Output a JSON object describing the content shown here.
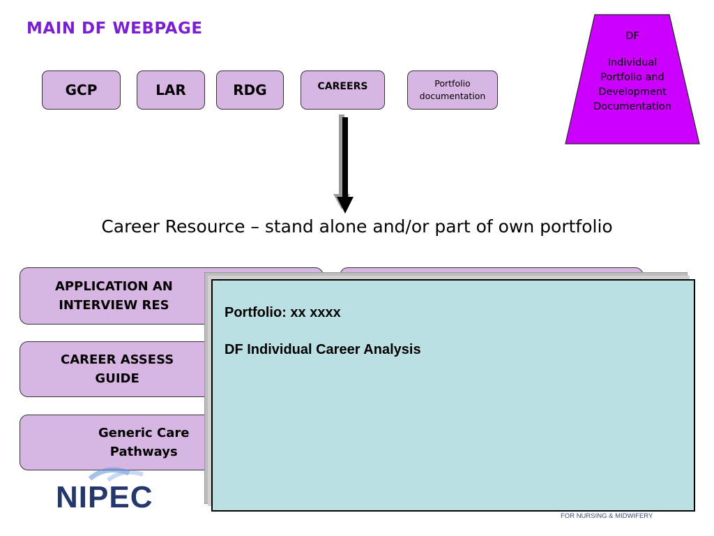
{
  "header": {
    "title": "MAIN DF WEBPAGE"
  },
  "nav": {
    "gcp": "GCP",
    "lar": "LAR",
    "rdg": "RDG",
    "careers": "CAREERS",
    "portfolio": "Portfolio\ndocumentation"
  },
  "badge": {
    "line1": "DF",
    "line2": "Individual\nPortfolio and\nDevelopment\nDocumentation",
    "color": "#cc00ff"
  },
  "subtitle": "Career Resource – stand alone and/or part of own portfolio",
  "resources": {
    "application": "APPLICATION AN\nINTERVIEW RES",
    "assessment": "CAREER ASSESS\nGUIDE",
    "pathways": "Generic Care\nPathways"
  },
  "popup": {
    "line1": "Portfolio: xx xxxx",
    "line2": "DF Individual Career Analysis",
    "background": "#bbe0e3"
  },
  "logo": {
    "text": "NIPEC",
    "tagline": "FOR NURSING & MIDWIFERY"
  },
  "colors": {
    "title": "#7a1fd1",
    "button_fill": "#d8b6e3"
  }
}
